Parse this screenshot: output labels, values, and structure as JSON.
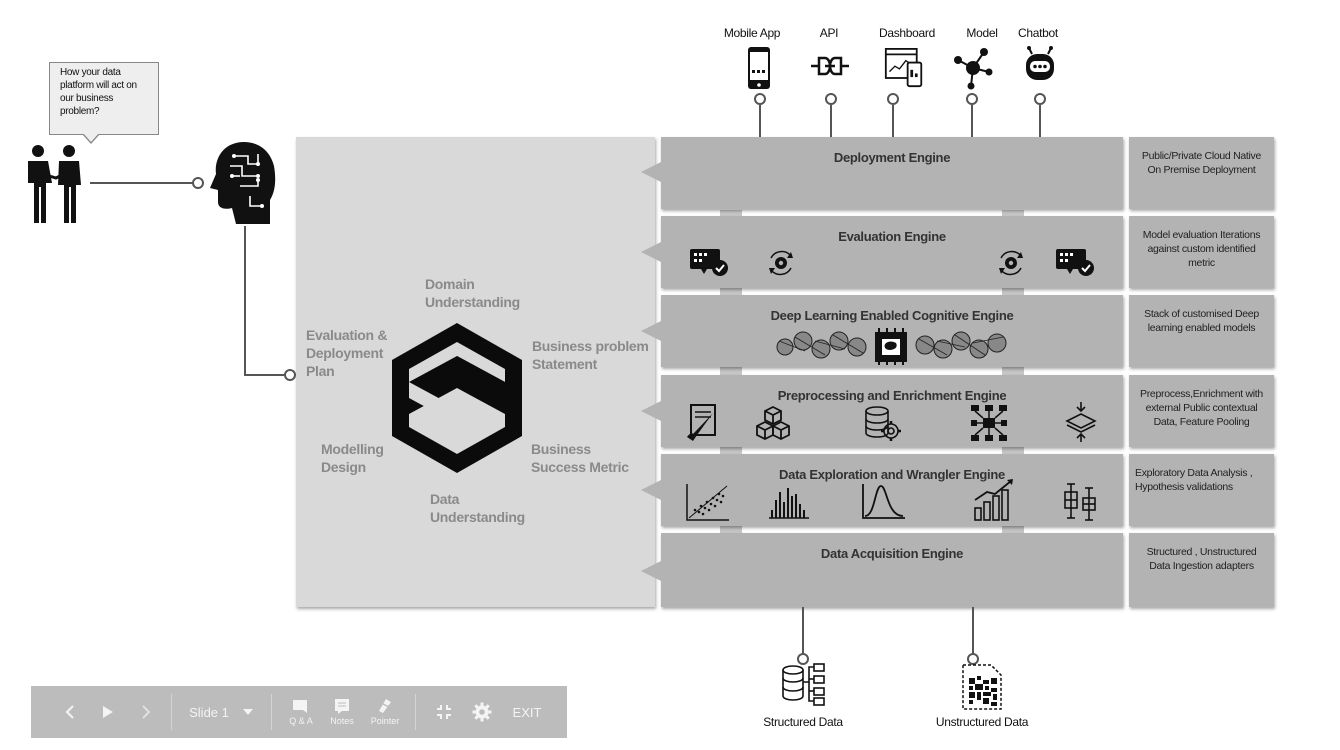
{
  "outputs": [
    {
      "label": "Mobile App",
      "icon": "mobile-phone-icon"
    },
    {
      "label": "API",
      "icon": "plug-icon"
    },
    {
      "label": "Dashboard",
      "icon": "dashboard-icon"
    },
    {
      "label": "Model",
      "icon": "network-node-icon"
    },
    {
      "label": "Chatbot",
      "icon": "robot-icon"
    }
  ],
  "callout": {
    "text": "How your data platform will act on our business problem?"
  },
  "cycle": {
    "domain": "Domain Understanding",
    "business_problem": "Business problem Statement",
    "business_success": "Business Success Metric",
    "data_understanding": "Data Understanding",
    "modelling": "Modelling Design",
    "evaluation": "Evaluation & Deployment Plan"
  },
  "engines": {
    "deployment": "Deployment Engine",
    "evaluation": "Evaluation Engine",
    "deep_learning": "Deep Learning Enabled Cognitive Engine",
    "preprocessing": "Preprocessing and Enrichment Engine",
    "exploration": "Data Exploration and Wrangler Engine",
    "acquisition": "Data Acquisition Engine"
  },
  "descriptions": {
    "deployment": "Public/Private Cloud Native On Premise Deployment",
    "evaluation": "Model evaluation Iterations against custom identified metric",
    "deep_learning": "Stack of customised Deep learning enabled models",
    "preprocessing": "Preprocess,Enrichment with external Public contextual Data, Feature Pooling",
    "exploration": "Exploratory Data Analysis , Hypothesis validations",
    "acquisition": "Structured , Unstructured Data Ingestion adapters"
  },
  "inputs": {
    "structured": "Structured Data",
    "unstructured": "Unstructured Data"
  },
  "toolbar": {
    "slide": "Slide 1",
    "qa": "Q & A",
    "notes": "Notes",
    "pointer": "Pointer",
    "exit": "EXIT"
  },
  "colors": {
    "engine_fill": "#b3b3b3",
    "left_panel_fill": "#d9d9d9",
    "cycle_text": "#8a8a8a",
    "toolbar_fill": "#bcbcbc"
  }
}
